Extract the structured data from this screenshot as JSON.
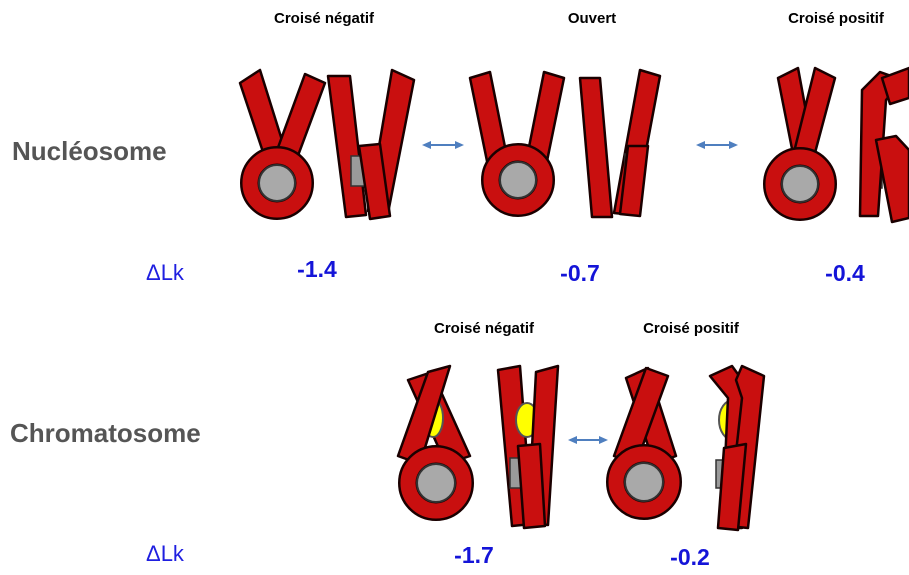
{
  "top": {
    "states": [
      "Croisé négatif",
      "Ouvert",
      "Croisé positif"
    ],
    "row_label": "Nucléosome",
    "dlk_label": "ΔLk",
    "values": [
      "-1.4",
      "-0.7",
      "-0.4"
    ]
  },
  "bottom": {
    "states": [
      "Croisé négatif",
      "Croisé positif"
    ],
    "row_label": "Chromatosome",
    "dlk_label": "ΔLk",
    "values": [
      "-1.7",
      "-0.2"
    ]
  },
  "colors": {
    "dna": "#c90f0f",
    "histone_core": "#a9a9a9",
    "linker_histone": "#ffff00",
    "arrow": "#4f7fbf",
    "value_text": "#1414d8"
  }
}
